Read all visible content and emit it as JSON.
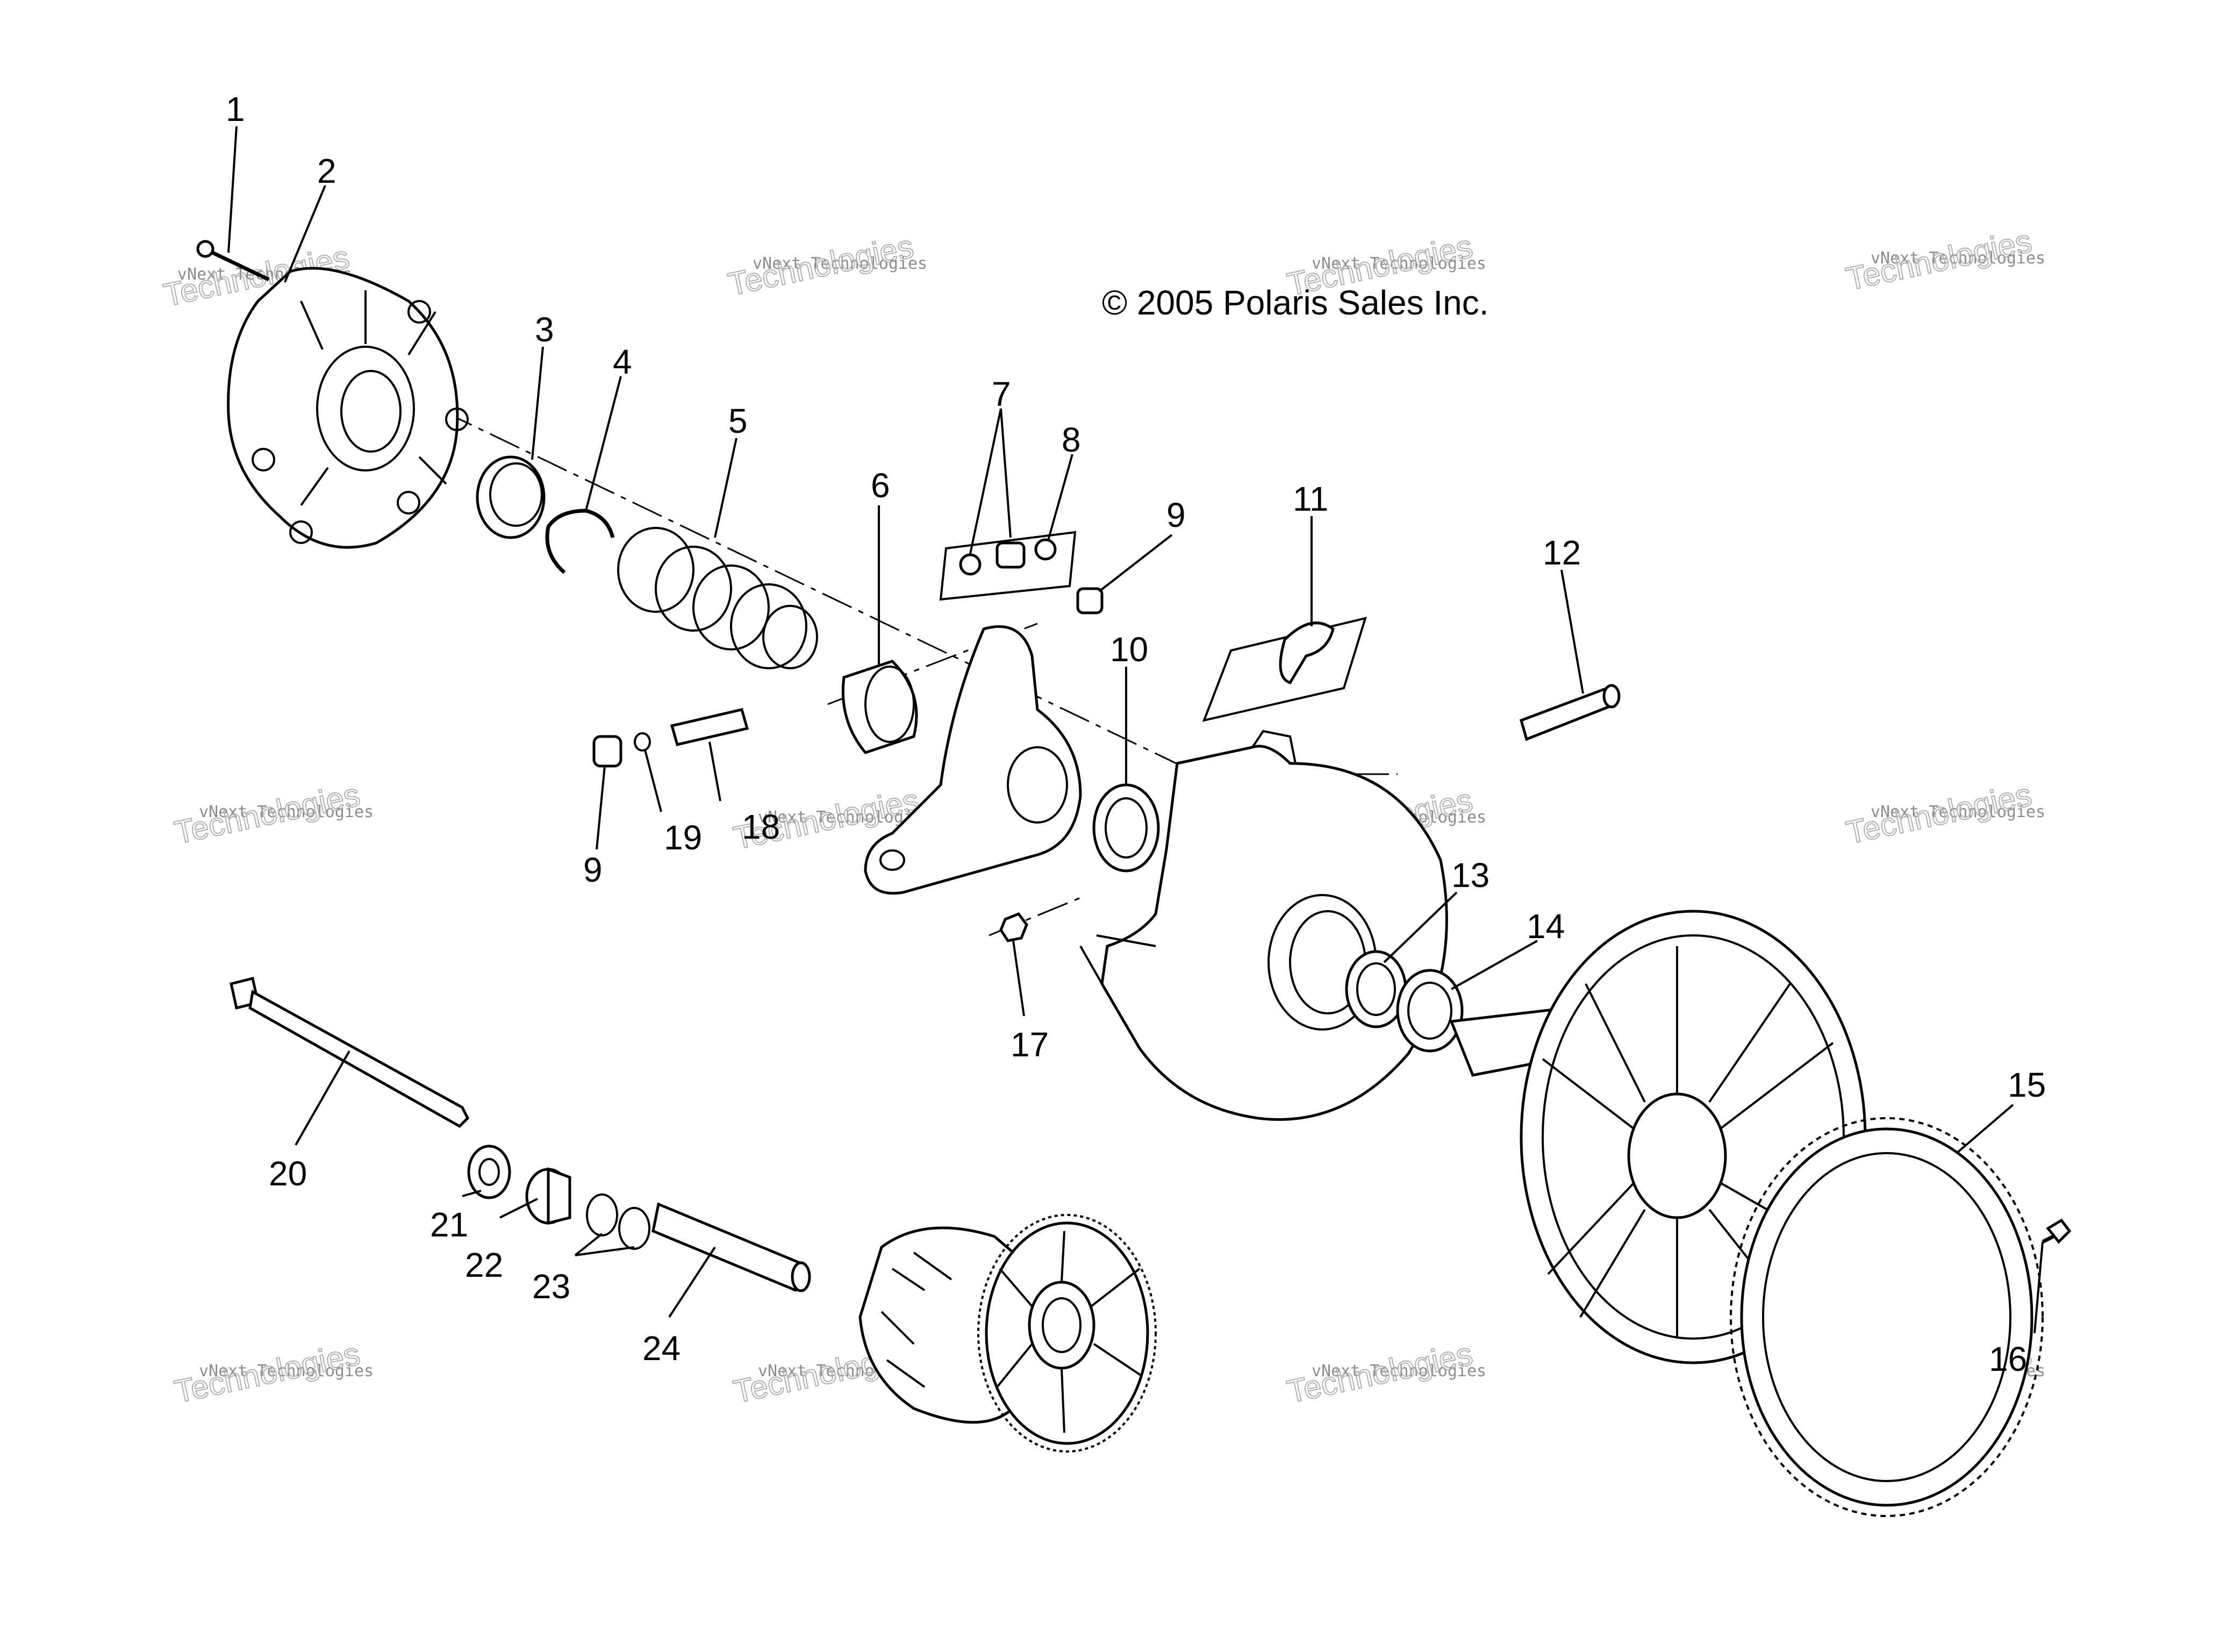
{
  "copyright": "© 2005 Polaris Sales Inc.",
  "watermark": {
    "line1": "vNext Technologies",
    "line2": "Technologies",
    "line3": "vNext"
  },
  "callouts": [
    {
      "id": "1",
      "text": "1"
    },
    {
      "id": "2",
      "text": "2"
    },
    {
      "id": "3",
      "text": "3"
    },
    {
      "id": "4",
      "text": "4"
    },
    {
      "id": "5",
      "text": "5"
    },
    {
      "id": "6",
      "text": "6"
    },
    {
      "id": "7",
      "text": "7"
    },
    {
      "id": "8",
      "text": "8"
    },
    {
      "id": "9a",
      "text": "9"
    },
    {
      "id": "9b",
      "text": "9"
    },
    {
      "id": "10",
      "text": "10"
    },
    {
      "id": "11",
      "text": "11"
    },
    {
      "id": "12",
      "text": "12"
    },
    {
      "id": "13",
      "text": "13"
    },
    {
      "id": "14",
      "text": "14"
    },
    {
      "id": "15",
      "text": "15"
    },
    {
      "id": "16",
      "text": "16"
    },
    {
      "id": "17",
      "text": "17"
    },
    {
      "id": "18",
      "text": "18"
    },
    {
      "id": "19",
      "text": "19"
    },
    {
      "id": "20",
      "text": "20"
    },
    {
      "id": "21",
      "text": "21"
    },
    {
      "id": "22",
      "text": "22"
    },
    {
      "id": "23",
      "text": "23"
    },
    {
      "id": "24",
      "text": "24"
    }
  ]
}
